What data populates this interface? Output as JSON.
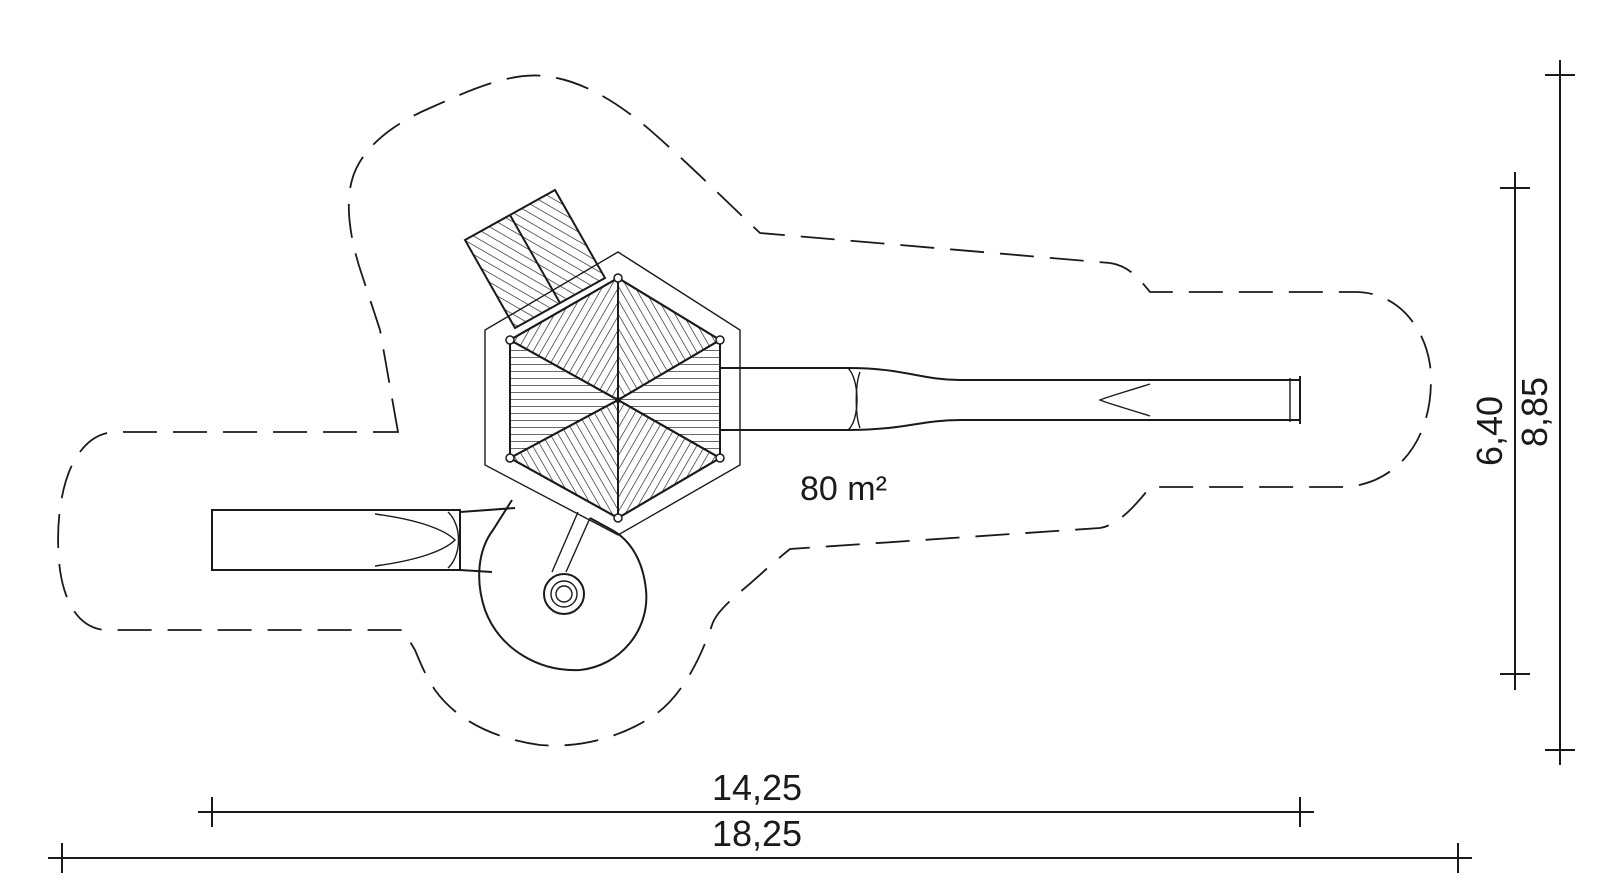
{
  "plan": {
    "area_label": "80 m²",
    "dimensions": {
      "inner_width": "14,25",
      "outer_width": "18,25",
      "inner_height": "6,40",
      "outer_height": "8,85"
    }
  }
}
